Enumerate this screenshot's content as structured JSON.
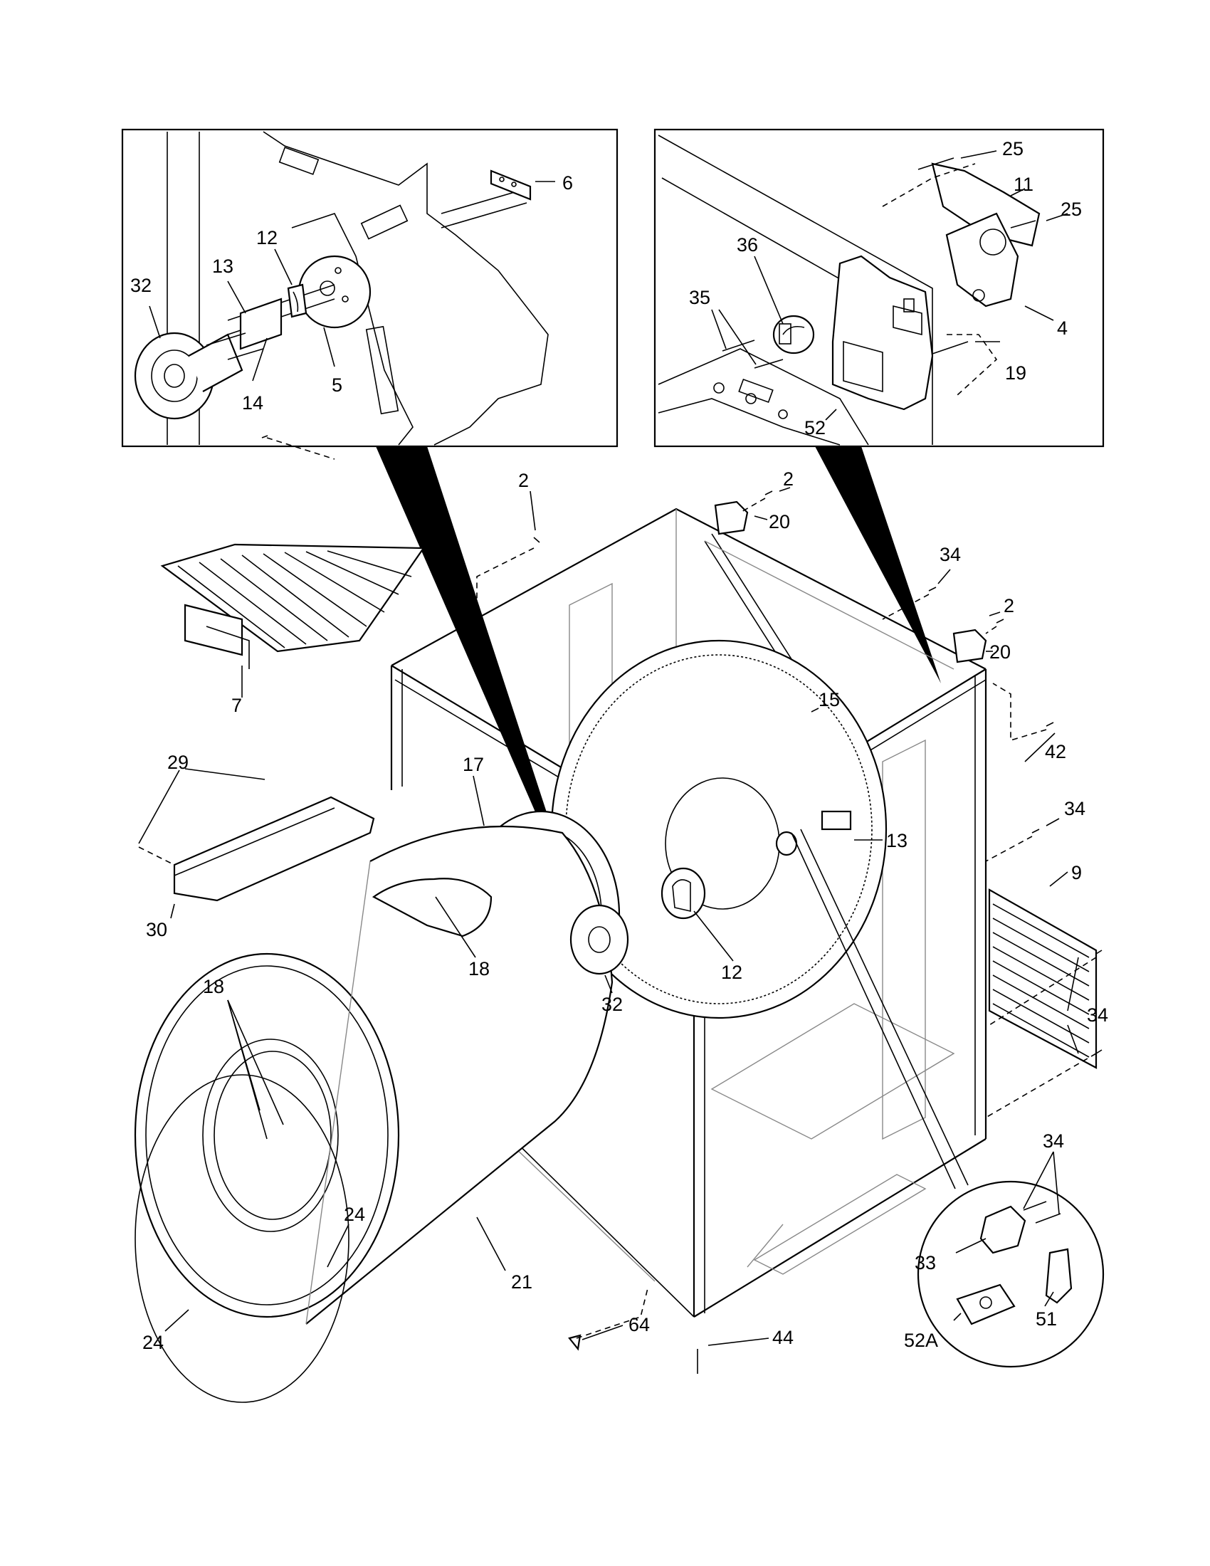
{
  "diagram": {
    "colors": {
      "line": "#000000",
      "background": "#ffffff",
      "hidden_line": "#888888"
    },
    "insets": [
      {
        "name": "drum-support-detail",
        "labels": [
          "6",
          "12",
          "13",
          "32",
          "14",
          "5"
        ]
      },
      {
        "name": "thermostat-detail",
        "labels": [
          "25",
          "11",
          "25",
          "36",
          "35",
          "4",
          "19",
          "52"
        ]
      }
    ],
    "circle_inset": {
      "name": "thermostat-circle-detail",
      "labels": [
        "34",
        "33",
        "51",
        "52A"
      ]
    },
    "main_labels": [
      "2",
      "20",
      "2",
      "34",
      "2",
      "20",
      "7",
      "15",
      "42",
      "29",
      "17",
      "34",
      "13",
      "9",
      "30",
      "18",
      "12",
      "18",
      "32",
      "34",
      "24",
      "21",
      "24",
      "64",
      "44"
    ]
  }
}
